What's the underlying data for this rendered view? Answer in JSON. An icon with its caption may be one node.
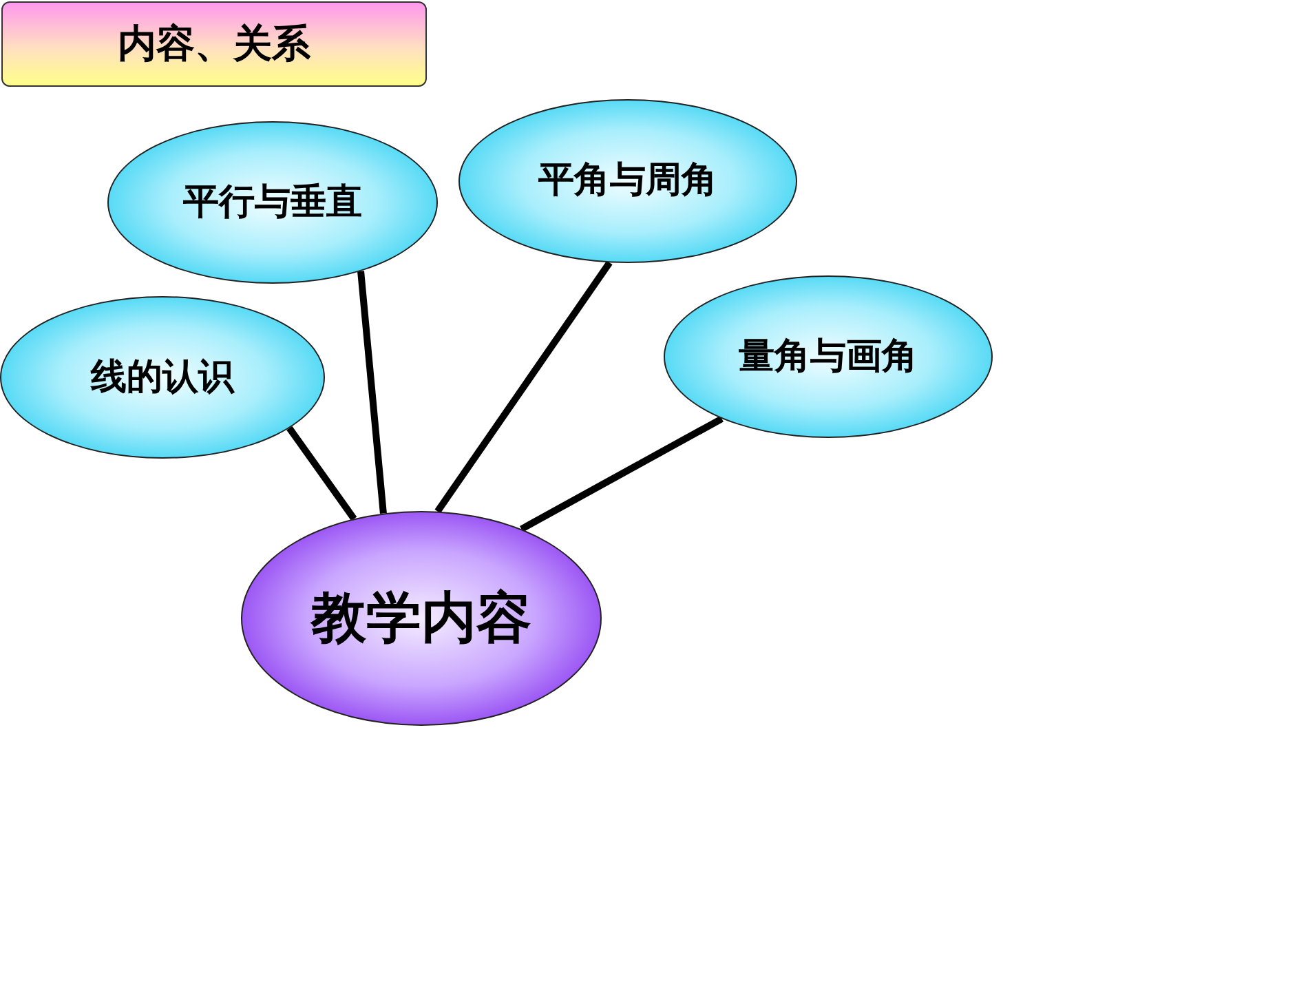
{
  "diagram": {
    "title": "内容、关系",
    "nodes": [
      {
        "text": [
          "教学内容"
        ]
      },
      {
        "text": [
          "线的认识"
        ]
      },
      {
        "text": [
          "平行与垂直"
        ]
      },
      {
        "text": [
          "平角与周角"
        ]
      },
      {
        "text": [
          "量角与画角"
        ]
      }
    ],
    "edges": [
      {
        "from": 0,
        "to": 1,
        "arrow": "none"
      },
      {
        "from": 0,
        "to": 2,
        "arrow": "none"
      },
      {
        "from": 0,
        "to": 3,
        "arrow": "none"
      },
      {
        "from": 0,
        "to": 4,
        "arrow": "none"
      }
    ]
  }
}
